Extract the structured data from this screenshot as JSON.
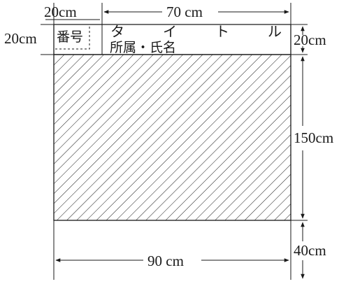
{
  "dimensions": {
    "top_left_width": "20cm",
    "top_width": "70 cm",
    "left_height": "20cm",
    "right_top_height": "20cm",
    "right_body_height": "150cm",
    "right_bottom_height": "40cm",
    "bottom_width": "90 cm"
  },
  "header": {
    "number_label": "番号",
    "title_chars": [
      "タ",
      "イ",
      "ト",
      "ル"
    ],
    "affiliation_label": "所属・氏名"
  },
  "colors": {
    "line": "#1a1a1a",
    "background": "#ffffff"
  }
}
